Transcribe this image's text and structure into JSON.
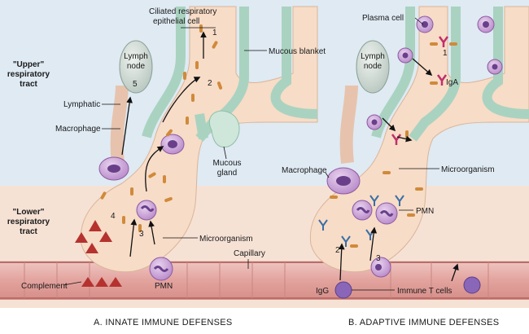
{
  "regions": {
    "upper": [
      "\"Upper\"",
      "respiratory",
      "tract"
    ],
    "lower": [
      "\"Lower\"",
      "respiratory",
      "tract"
    ]
  },
  "panelA": {
    "caption": "A.  INNATE IMMUNE DEFENSES",
    "labels": {
      "ciliated": [
        "Ciliated respiratory",
        "epithelial cell"
      ],
      "mucous_blanket": "Mucous blanket",
      "lymph_node": [
        "Lymph",
        "node"
      ],
      "lymphatic": "Lymphatic",
      "macrophage": "Macrophage",
      "mucous_gland": [
        "Mucous",
        "gland"
      ],
      "microorganism": "Microorganism",
      "capillary": "Capillary",
      "complement": "Complement",
      "pmn": "PMN"
    },
    "numbers": [
      "1",
      "2",
      "3",
      "4",
      "5"
    ]
  },
  "panelB": {
    "caption": "B.  ADAPTIVE IMMUNE DEFENSES",
    "labels": {
      "plasma_cell": "Plasma cell",
      "lymph_node": [
        "Lymph",
        "node"
      ],
      "iga": "IgA",
      "macrophage": "Macrophage",
      "microorganism": "Microorganism",
      "pmn": "PMN",
      "igg": "IgG",
      "immune_t_cells": "Immune T cells"
    },
    "numbers": [
      "1",
      "2",
      "3"
    ]
  },
  "colors": {
    "upper_bg": "#dde9f3",
    "lower_bg": "#f7e3d6",
    "airway": "#f6dcc8",
    "epithelium": "#c8e3d6",
    "capillary": "#e9b4b0",
    "lymph_node": "#cfd9d4",
    "cell": "#c9a3d6",
    "nucleus": "#6a3f8a",
    "microbe": "#d08a3a",
    "complement": "#b5322e",
    "antibody_igg": "#3b6ea5",
    "antibody_iga": "#c0306a"
  }
}
